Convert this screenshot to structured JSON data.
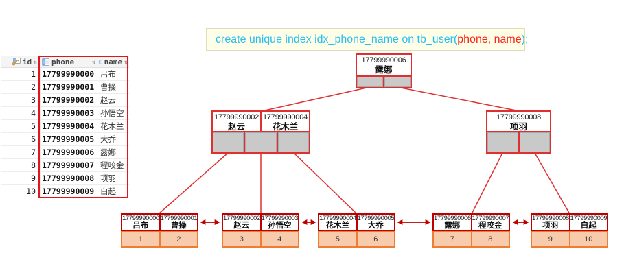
{
  "sql": {
    "prefix": "create unique index idx_phone_name on tb_user(",
    "columns": "phone, name",
    "suffix": ");"
  },
  "table": {
    "columns": [
      {
        "label": "id",
        "icon": "key-column-icon",
        "sort": "⇅"
      },
      {
        "label": "phone",
        "icon": "column-icon",
        "sort": "⇅"
      },
      {
        "label": "name",
        "icon": "column-icon",
        "sort": "⇅"
      }
    ],
    "rows": [
      {
        "id": "1",
        "phone": "17799990000",
        "name": "吕布"
      },
      {
        "id": "2",
        "phone": "17799990001",
        "name": "曹操"
      },
      {
        "id": "3",
        "phone": "17799990002",
        "name": "赵云"
      },
      {
        "id": "4",
        "phone": "17799990003",
        "name": "孙悟空"
      },
      {
        "id": "5",
        "phone": "17799990004",
        "name": "花木兰"
      },
      {
        "id": "6",
        "phone": "17799990005",
        "name": "大乔"
      },
      {
        "id": "7",
        "phone": "17799990006",
        "name": "露娜"
      },
      {
        "id": "8",
        "phone": "17799990007",
        "name": "程咬金"
      },
      {
        "id": "9",
        "phone": "17799990008",
        "name": "项羽"
      },
      {
        "id": "10",
        "phone": "17799990009",
        "name": "白起"
      }
    ]
  },
  "tree": {
    "root": {
      "phone": "17799990006",
      "name": "露娜"
    },
    "internal": [
      {
        "keys": [
          {
            "phone": "17799990002",
            "name": "赵云"
          },
          {
            "phone": "17799990004",
            "name": "花木兰"
          }
        ]
      },
      {
        "keys": [
          {
            "phone": "17799990008",
            "name": "项羽"
          }
        ]
      }
    ],
    "leaves": [
      {
        "cells": [
          {
            "phone": "17799990000",
            "name": "吕布",
            "id": "1"
          },
          {
            "phone": "17799990001",
            "name": "曹操",
            "id": "2"
          }
        ]
      },
      {
        "cells": [
          {
            "phone": "17799990002",
            "name": "赵云",
            "id": "3"
          },
          {
            "phone": "17799990003",
            "name": "孙悟空",
            "id": "4"
          }
        ]
      },
      {
        "cells": [
          {
            "phone": "17799990004",
            "name": "花木兰",
            "id": "5"
          },
          {
            "phone": "17799990005",
            "name": "大乔",
            "id": "6"
          }
        ]
      },
      {
        "cells": [
          {
            "phone": "17799990006",
            "name": "露娜",
            "id": "7"
          },
          {
            "phone": "17799990007",
            "name": "程咬金",
            "id": "8"
          }
        ]
      },
      {
        "cells": [
          {
            "phone": "17799990008",
            "name": "项羽",
            "id": "9"
          },
          {
            "phone": "17799990009",
            "name": "白起",
            "id": "10"
          }
        ]
      }
    ]
  },
  "colors": {
    "connector_red": "#e02f2f",
    "leaf_border_red": "#c00000",
    "orange_border": "#ed7d31",
    "orange_fill": "#f8cbad",
    "pointer_gray": "#c9c9c9",
    "sql_keyword": "#29bef0",
    "sql_highlight": "#fb2516",
    "highlight_rect": "#e0161c"
  }
}
